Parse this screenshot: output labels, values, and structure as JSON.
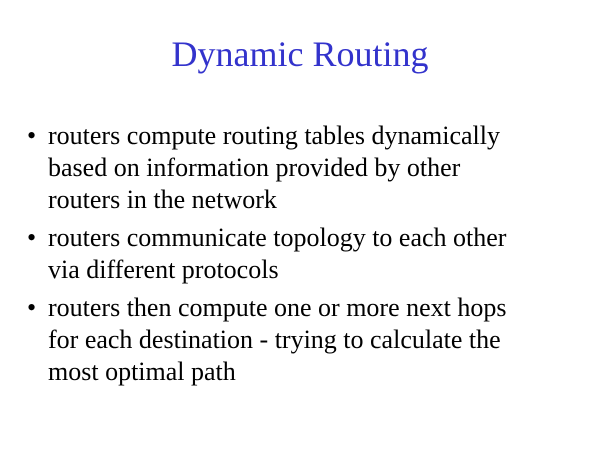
{
  "slide": {
    "title": "Dynamic Routing",
    "title_color": "#3333cc",
    "bullet_glyph": "•",
    "bullets": [
      {
        "lines": [
          "routers compute routing tables dynamically",
          "based on information provided by other",
          "routers in the network"
        ]
      },
      {
        "lines": [
          "routers communicate topology to each other",
          "via different protocols"
        ]
      },
      {
        "lines": [
          "routers then compute one or more next hops",
          "for each destination - trying to calculate the",
          "most optimal path"
        ]
      }
    ]
  }
}
